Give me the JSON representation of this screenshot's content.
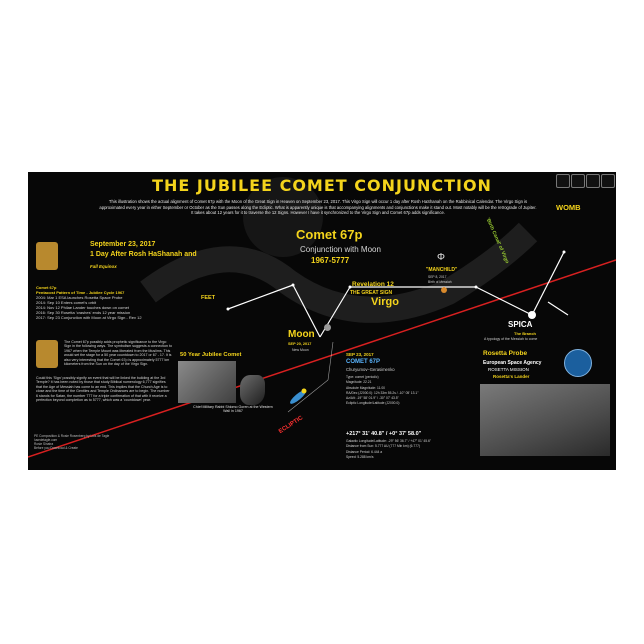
{
  "title": "THE JUBILEE COMET CONJUNCTION",
  "intro": "This illustration shows the actual alignment of Comet 67p with the Moon of the Great Sign in Heaven on September 23, 2017. This Virgo Sign will occur 1 day after Rosh HaShanah on the Rabbinical Calendar. The Virgo Sign is approximated every year in either September or October as the Sun passes along the Ecliptic. What is apparently unique is that accompanying alignments and conjunctions make it stand out. Most notably will be the retrograde of Jupiter. It takes about 12 years for it to traverse the 12 Signs. However I have it synchronized to the Virgo Sign and Comet 67p adds significance.",
  "left": {
    "date": "September 23, 2017",
    "after": "1 Day After Rosh HaShanah and",
    "equinox": "Fall Equinox",
    "block_title": "Comet 67p",
    "block_sub": "Pentacost Pattern of Time - Jubilee Cycle 1967",
    "block_lines": [
      "2004: Mar 1 ESA launches Rosetta Space Probe",
      "2014: Sep 10 Enters comet's orbit",
      "2014: Nov 12 Philae Lander touches down on comet",
      "2016: Sep 30 Rosetta 'crashes' ends 12 year mission",
      "2017: Sep 23 Conjunction with Moon at Virgo Sign - Rev 12"
    ],
    "block2": "The Comet 67p possibly adds prophetic significance to the Virgo Sign in the following ways. The symbolism suggests a connection to 1967 when the Temple Mount was liberated from the Muslims. This would set the stage for a 50 year countdown to 2017 or 67 - 17. It is also very interesting that the Comet 67p is approximately 5777 km kilometers from the Sun on the day of the Virgo Sign.",
    "block3": "Could this 'Sign' possibly signify an event that will be linked the building at the 3rd Temple? It has been noted by those that study Biblical numerology 6,777 signifies that the Age of Messiah has come to an end. This implies that the Church Age is to close and the time of the Gentiles and Temple Ordinances are to begin. The number 6 stands for Satan, the number 777 for a triple confirmation of that with it receive a perfection beyond completion as to 5777, which was a 'countdown' year.",
    "credits_a": "PE Composition & Rosie Rosenberg by Luis de Tagle",
    "credits_b": "lusedetagle.com",
    "credits_c": "Rosie Sinatra",
    "credits_d": "Before you Download & Create"
  },
  "center": {
    "comet": "Comet 67p",
    "comet_sub": "Conjunction with Moon",
    "comet_year": "1967-5777",
    "revelation": "Revelation 12",
    "great_sign": "THE GREAT SIGN",
    "virgo": "Virgo",
    "feet": "FEET",
    "womb": "WOMB",
    "moon": "Moon",
    "moon_date": "SEP 20, 2017",
    "moon_new": "New Moon",
    "manchild": "\"MANCHILD\"",
    "manchild_date": "SEP 8, 2017",
    "manchild_birth": "Birth of Messiah",
    "phi": "Φ",
    "spica": "SPICA",
    "spica_sub": "The Branch",
    "spica_text": "A typology of the Messiah to come",
    "ecliptic": "ECLIPTIC",
    "birth_canal": "'Birth Canal' of Virgo"
  },
  "photo": {
    "jubilee": "50 Year Jubilee Comet",
    "rabbi": "Chief Military Rabbi Shlomo Goren at the Western Wall in 1967"
  },
  "data": {
    "header": "SEP 23, 2017",
    "comet": "COMET 67P",
    "name": "Churyumov–Gerasimenko",
    "lines": [
      "Type: comet (periodic)",
      "Magnitude: 22.21",
      "Absolute Magnitude: 11.00",
      "RA/Dec (J2000.0): 12h 33m 55.2s / -10° 05' 13.1\"",
      "Az/Alt: -19° 58' 01.9\" / -30° 07' 43.5\"",
      "Ecliptic Longitude/Latitude (J2000.0):"
    ],
    "coords": "+217° 31' 40.8\" / +0° 37' 58.0\"",
    "lines2": [
      "Galactic Longitude/Latitude: -29° 56' 36.7\" / +47° 01' 45.6\"",
      "Distance from Sun: 5.777 AU (777 Mln km) (6.777)",
      "Distance Period: 6.444 a",
      "Speed: 5.288 km/s"
    ]
  },
  "probe": {
    "title": "Rosetta Probe",
    "agency": "European Space Agency",
    "mission": "ROSETTA MISSION",
    "lander": "Rosetta's Lander"
  },
  "colors": {
    "background": "#070707",
    "accent": "#f4d41c",
    "ecliptic": "#ff3030",
    "virgo_line": "#ffffff"
  }
}
